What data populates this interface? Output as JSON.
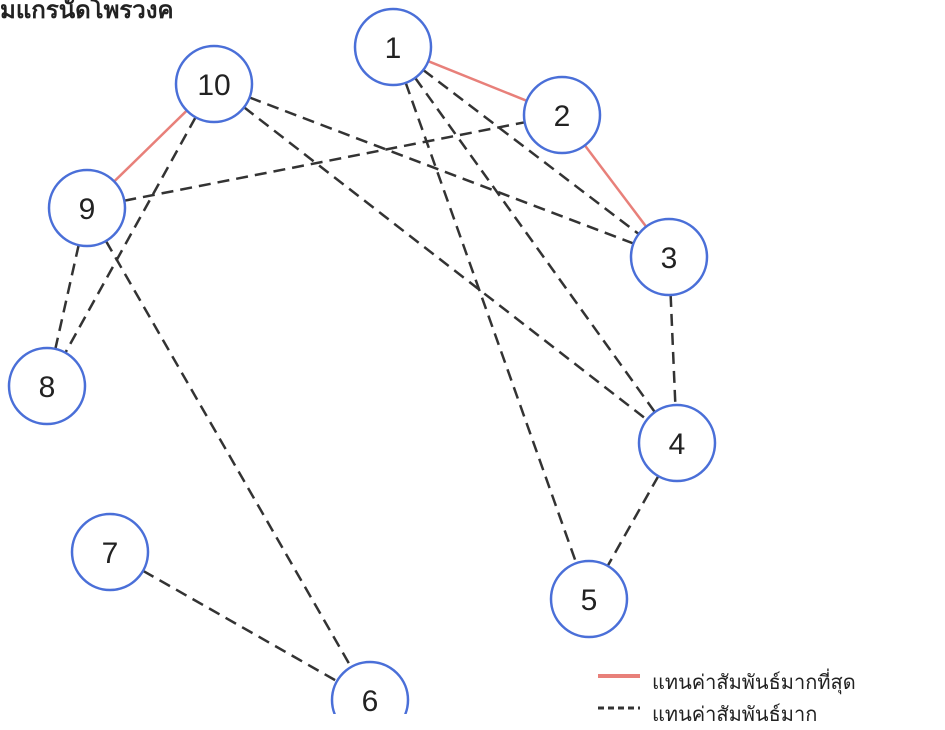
{
  "title": "มแกรนัดโพรวงค",
  "nodes": [
    "1",
    "2",
    "3",
    "4",
    "5",
    "6",
    "7",
    "8",
    "9",
    "10"
  ],
  "edges": [
    {
      "from": "1",
      "to": "2",
      "type": "strong"
    },
    {
      "from": "2",
      "to": "3",
      "type": "strong"
    },
    {
      "from": "10",
      "to": "9",
      "type": "strong"
    },
    {
      "from": "1",
      "to": "3",
      "type": "normal"
    },
    {
      "from": "1",
      "to": "4",
      "type": "normal"
    },
    {
      "from": "1",
      "to": "5",
      "type": "normal"
    },
    {
      "from": "10",
      "to": "3",
      "type": "normal"
    },
    {
      "from": "10",
      "to": "4",
      "type": "normal"
    },
    {
      "from": "10",
      "to": "8",
      "type": "normal"
    },
    {
      "from": "9",
      "to": "2",
      "type": "normal"
    },
    {
      "from": "9",
      "to": "8",
      "type": "normal"
    },
    {
      "from": "9",
      "to": "6",
      "type": "normal"
    },
    {
      "from": "3",
      "to": "4",
      "type": "normal"
    },
    {
      "from": "4",
      "to": "5",
      "type": "normal"
    },
    {
      "from": "7",
      "to": "6",
      "type": "normal"
    }
  ],
  "legend": [
    {
      "type": "strong",
      "label": "แทนค่าสัมพันธ์มากที่สุด",
      "color": "#e8807a"
    },
    {
      "type": "normal",
      "label": "แทนค่าสัมพันธ์มาก",
      "color": "#333333"
    }
  ],
  "colors": {
    "node_stroke": "#4a6fd8",
    "strong_edge": "#e8807a",
    "normal_edge": "#333333"
  }
}
